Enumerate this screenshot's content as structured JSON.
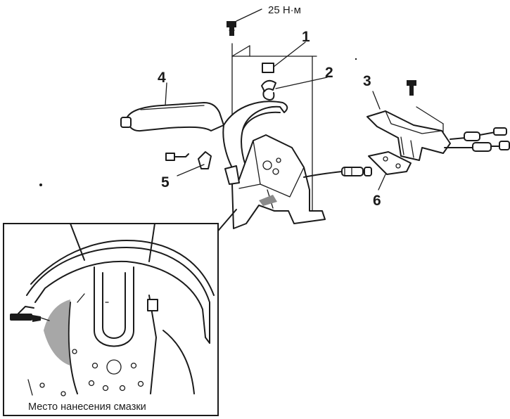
{
  "diagram": {
    "torque_label": "25 Н·м",
    "callouts": [
      {
        "id": "1",
        "text": "1"
      },
      {
        "id": "2",
        "text": "2"
      },
      {
        "id": "3",
        "text": "3"
      },
      {
        "id": "4",
        "text": "4"
      },
      {
        "id": "5",
        "text": "5"
      },
      {
        "id": "6",
        "text": "6"
      }
    ],
    "inset_caption": "Место нанесения смазки"
  }
}
